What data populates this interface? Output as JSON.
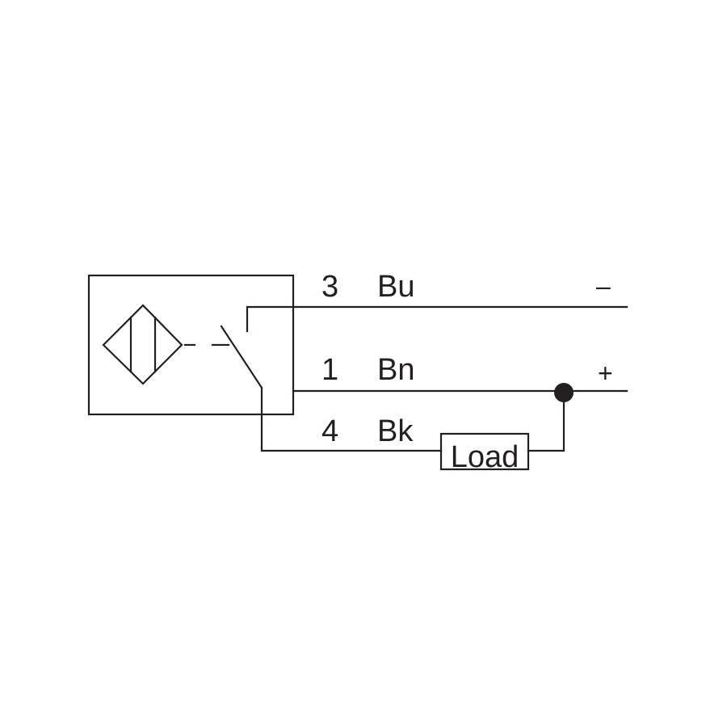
{
  "diagram": {
    "wires": [
      {
        "pin": "3",
        "color": "Bu",
        "polarity": "–"
      },
      {
        "pin": "1",
        "color": "Bn",
        "polarity": "+"
      },
      {
        "pin": "4",
        "color": "Bk"
      }
    ],
    "load_label": "Load",
    "stroke_color": "#231f20"
  }
}
